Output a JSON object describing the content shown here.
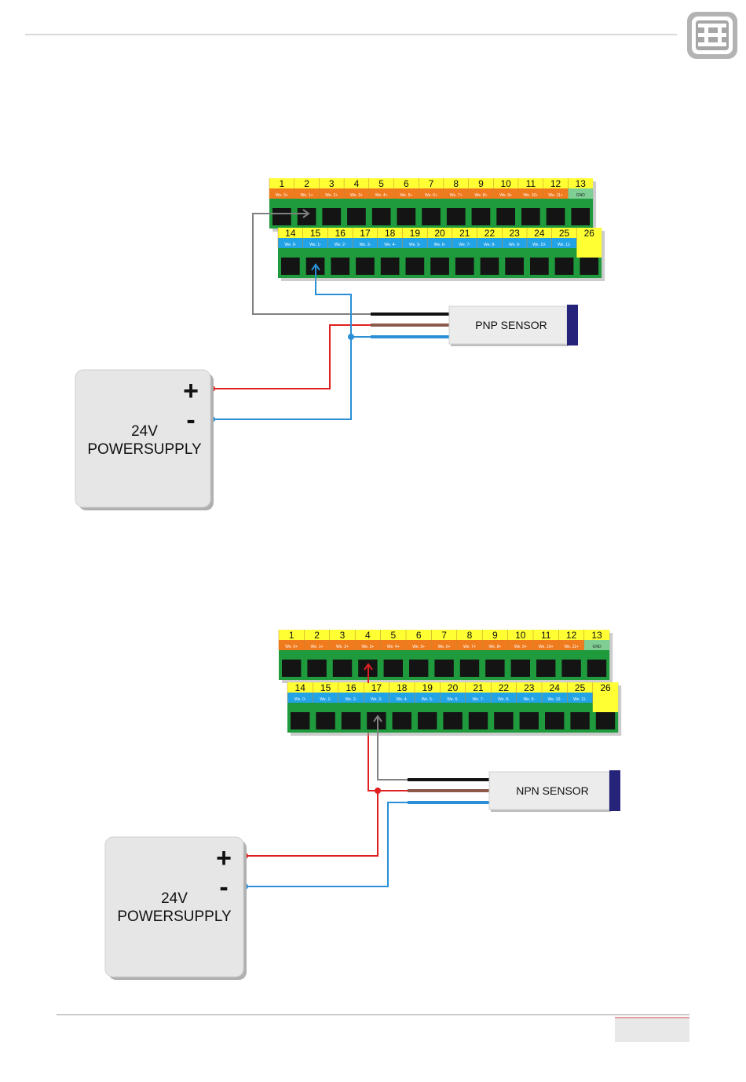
{
  "colors": {
    "yellow": "#ffff33",
    "orange": "#f07a1e",
    "blue": "#22a3e6",
    "green_terminal": "#1f9a3c",
    "gnd_green": "#7fcf95",
    "socket": "#141414",
    "wire_red": "#e02020",
    "wire_blue": "#2a8fd6",
    "wire_gray": "#808080",
    "wire_black": "#111111",
    "wire_brown": "#8b5a4a",
    "supply_fill": "#e6e6e6",
    "sensor_fill": "#ececec",
    "sensor_cap": "#25237a"
  },
  "icons": {
    "logo": "servo-controller-logo-icon"
  },
  "terminal": {
    "top_numbers": [
      "1",
      "2",
      "3",
      "4",
      "5",
      "6",
      "7",
      "8",
      "9",
      "10",
      "11",
      "12",
      "13"
    ],
    "top_subs": [
      "We. 0+",
      "We. 1+",
      "We. 2+",
      "We. 3+",
      "We. 4+",
      "We. 5+",
      "We. 6+",
      "We. 7+",
      "We. 8+",
      "We. 9+",
      "We. 10+",
      "We. 11+",
      "GND"
    ],
    "bottom_numbers": [
      "14",
      "15",
      "16",
      "17",
      "18",
      "19",
      "20",
      "21",
      "22",
      "23",
      "24",
      "25",
      "26"
    ],
    "bottom_subs": [
      "We. 0-",
      "We. 1-",
      "We. 2-",
      "We. 3-",
      "We. 4-",
      "We. 5-",
      "We. 6-",
      "We. 7-",
      "We. 8-",
      "We. 9-",
      "We. 10-",
      "We. 11-",
      ""
    ]
  },
  "pnp": {
    "sensor_label": "PNP SENSOR",
    "supply_label_1": "24V",
    "supply_label_2": "POWERSUPPLY",
    "plus": "+",
    "minus": "-"
  },
  "npn": {
    "sensor_label": "NPN SENSOR",
    "supply_label_1": "24V",
    "supply_label_2": "POWERSUPPLY",
    "plus": "+",
    "minus": "-"
  }
}
